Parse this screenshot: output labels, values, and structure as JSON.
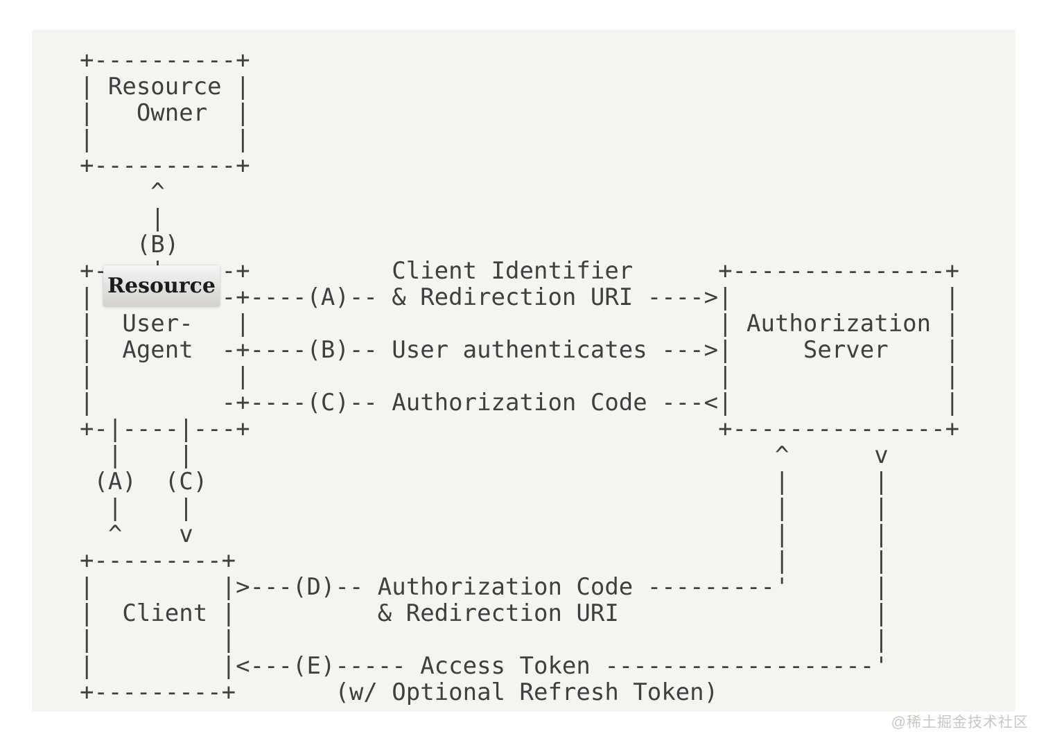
{
  "theme": {
    "page_background": "#ffffff",
    "panel_background": "#f4f4f1",
    "diagram_ink": "#3e403d",
    "tooltip_gradient_top": "#f6f5f3",
    "tooltip_gradient_bottom": "#d2d1ce",
    "tooltip_ink": "#1c1c1c",
    "watermark_ink": "#c9c7c4"
  },
  "diagram": {
    "ascii_art_lines": [
      "  +----------+",
      "  | Resource |",
      "  |   Owner  |",
      "  |          |",
      "  +----------+",
      "       ^",
      "       |",
      "      (B)",
      "  +----|-----+          Client Identifier      +---------------+",
      "  |         -+----(A)-- & Redirection URI ---->|               |",
      "  |  User-   |                                 | Authorization |",
      "  |  Agent  -+----(B)-- User authenticates --->|     Server    |",
      "  |          |                                 |               |",
      "  |         -+----(C)-- Authorization Code ---<|               |",
      "  +-|----|---+                                 +---------------+",
      "    |    |                                         ^      v",
      "   (A)  (C)                                        |      |",
      "    |    |                                         |      |",
      "    ^    v                                         |      |",
      "  +---------+                                      |      |",
      "  |         |>---(D)-- Authorization Code ---------'      |",
      "  |  Client |          & Redirection URI                  |",
      "  |         |                                             |",
      "  |         |<---(E)----- Access Token -------------------'",
      "  +---------+       (w/ Optional Refresh Token)"
    ],
    "entities": [
      {
        "label": "Resource Owner"
      },
      {
        "label": "User-Agent"
      },
      {
        "label": "Client"
      },
      {
        "label": "Authorization Server"
      }
    ],
    "flow_steps": [
      {
        "id": "A",
        "label": "Client Identifier & Redirection URI"
      },
      {
        "id": "B",
        "label": "User authenticates"
      },
      {
        "id": "C",
        "label": "Authorization Code"
      },
      {
        "id": "D",
        "label": "Authorization Code & Redirection URI"
      },
      {
        "id": "E",
        "label": "Access Token (w/ Optional Refresh Token)"
      }
    ]
  },
  "tooltip": {
    "label": "Resource"
  },
  "watermark": {
    "text": "@稀土掘金技术社区"
  }
}
